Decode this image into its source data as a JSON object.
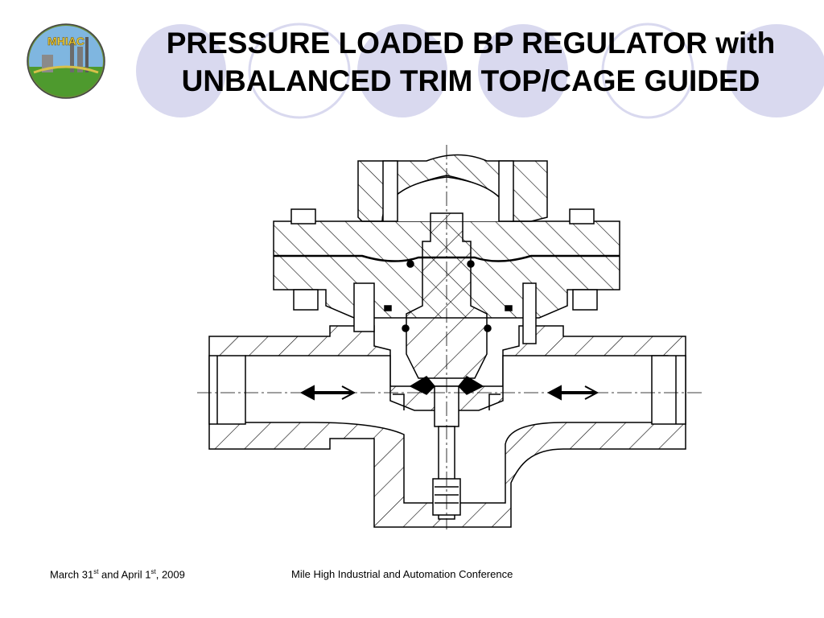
{
  "slide": {
    "title_line1": "PRESSURE LOADED BP REGULATOR with",
    "title_line2": "UNBALANCED TRIM TOP/CAGE GUIDED",
    "logo_text": "MHIAC",
    "accent_color": "#d9d9ef"
  },
  "footer": {
    "date_part1": "March 31",
    "date_sup1": "st",
    "date_part2": " and April 1",
    "date_sup2": "st",
    "date_part3": ", 2009",
    "conference": "Mile High Industrial and Automation Conference"
  },
  "diagram": {
    "type": "valve-cross-section",
    "flow_arrows": [
      "left",
      "left"
    ]
  }
}
